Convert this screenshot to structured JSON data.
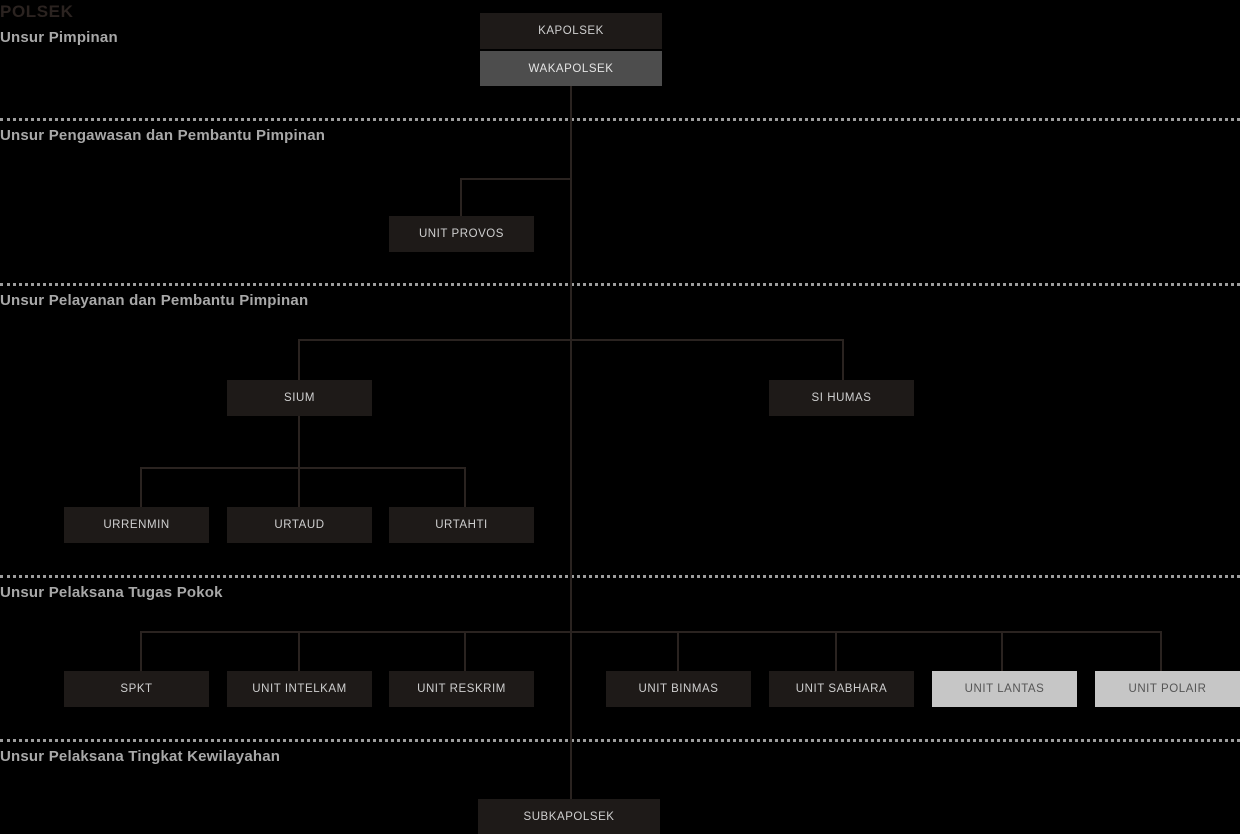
{
  "title": "POLSEK",
  "colors": {
    "background": "#000000",
    "node_dark_bg": "#1e1a18",
    "node_dark_text": "#cfcfcf",
    "node_mid_bg": "#4d4d4d",
    "node_mid_text": "#e4e4e4",
    "node_light_bg": "#c6c6c6",
    "node_light_text": "#555555",
    "connector": "#2a2320",
    "section_label": "#a8a8a8",
    "separator": "#9d9d9d",
    "title": "#2b2320"
  },
  "sections": [
    {
      "label": "Unsur Pimpinan"
    },
    {
      "label": "Unsur Pengawasan dan Pembantu Pimpinan"
    },
    {
      "label": "Unsur Pelayanan dan Pembantu Pimpinan"
    },
    {
      "label": "Unsur Pelaksana Tugas Pokok"
    },
    {
      "label": "Unsur Pelaksana Tingkat Kewilayahan"
    }
  ],
  "nodes": {
    "kapolsek": "KAPOLSEK",
    "wakapolsek": "WAKAPOLSEK",
    "unit_provos": "UNIT PROVOS",
    "sium": "SIUM",
    "si_humas": "SI HUMAS",
    "urrenmin": "URRENMIN",
    "urtaud": "URTAUD",
    "urtahti": "URTAHTI",
    "spkt": "SPKT",
    "unit_intelkam": "UNIT INTELKAM",
    "unit_reskrim": "UNIT RESKRIM",
    "unit_binmas": "UNIT BINMAS",
    "unit_sabhara": "UNIT SABHARA",
    "unit_lantas": "UNIT LANTAS",
    "unit_polair": "UNIT POLAIR",
    "subkapolsek": "SUBKAPOLSEK"
  }
}
